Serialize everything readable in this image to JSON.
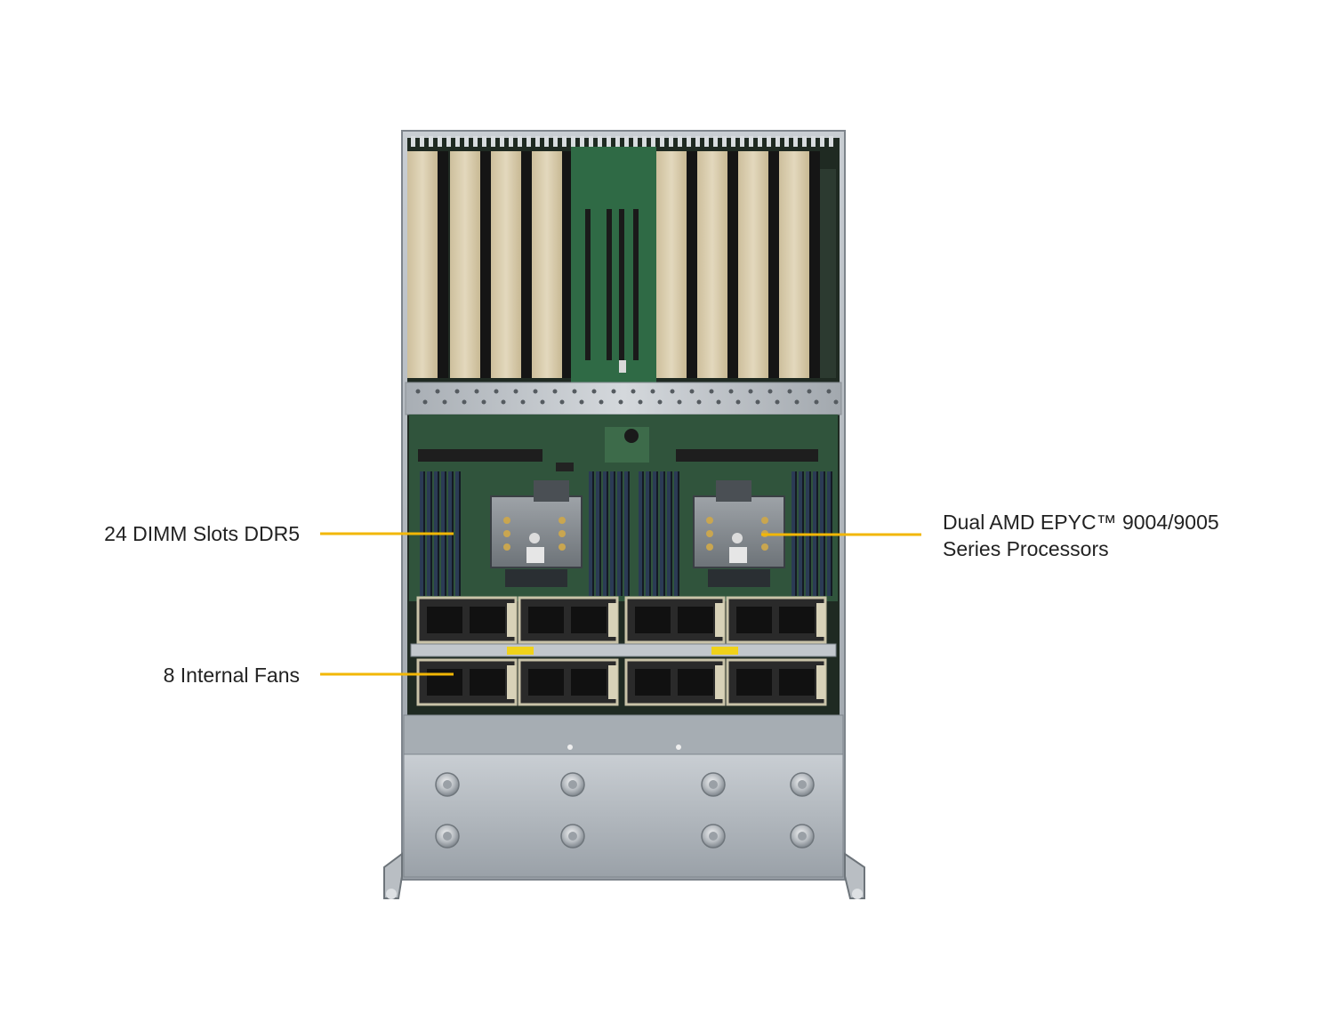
{
  "callouts": {
    "dimm": {
      "label": "24 DIMM Slots DDR5"
    },
    "fans": {
      "label": "8 Internal Fans"
    },
    "processors": {
      "line1": "Dual AMD EPYC™ 9004/9005",
      "line2": "Series Processors"
    }
  },
  "colors": {
    "leader_line": "#f2b705",
    "chassis_metal": "#b9bec3",
    "pcb_green": "#2f5a3c",
    "gpu_card": "#d6c9a8",
    "fan_body": "#2a2a2a",
    "label_text": "#222222"
  }
}
